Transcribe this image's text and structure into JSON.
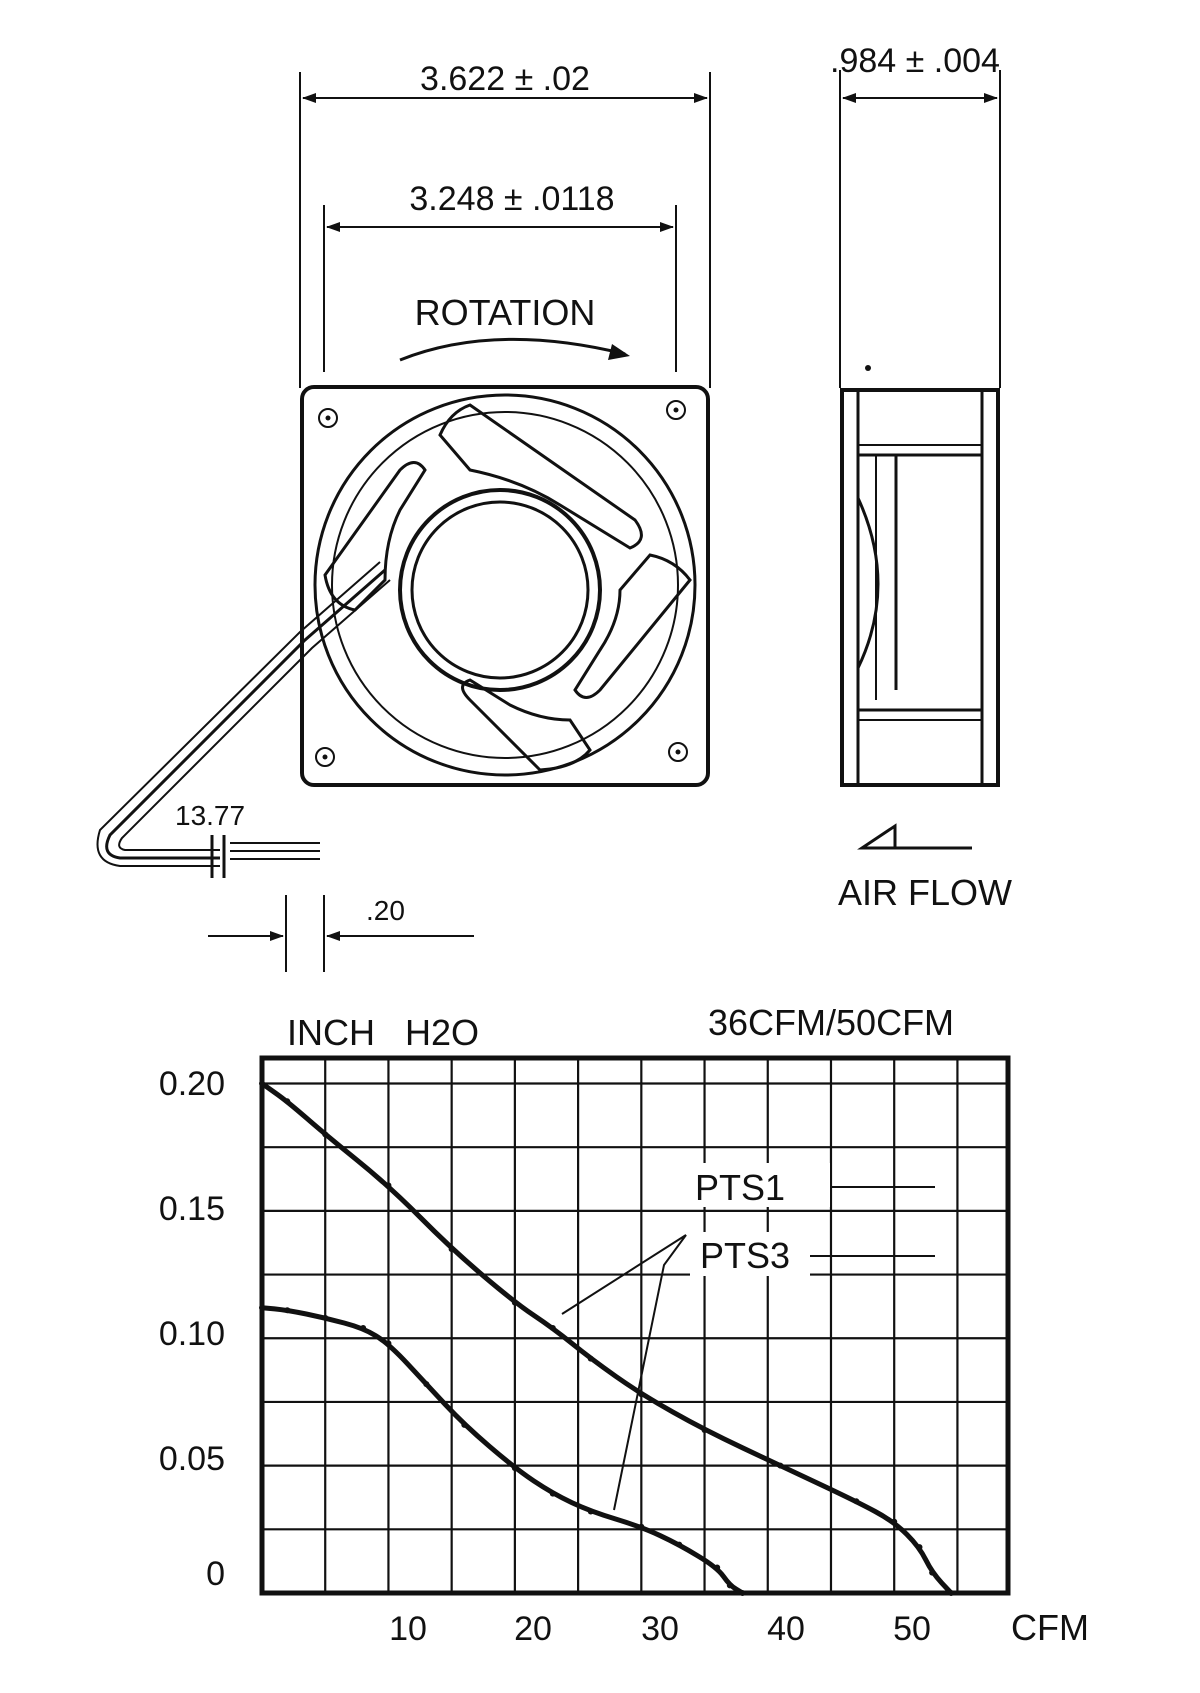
{
  "dimensions": {
    "overall_width": "3.622 ± .02",
    "hole_spacing": "3.248 ± .0118",
    "depth": ".984 ± .004",
    "lead_length": "13.77",
    "lead_gap": ".20"
  },
  "labels": {
    "rotation": "ROTATION",
    "air_flow": "AIR FLOW"
  },
  "chart_data": {
    "type": "line",
    "title": "36CFM/50CFM",
    "ylabel": "INCH   H2O",
    "xlabel": "CFM",
    "xlim": [
      0,
      59
    ],
    "ylim": [
      0,
      0.21
    ],
    "grid": true,
    "x_ticks": [
      "10",
      "20",
      "30",
      "40",
      "50"
    ],
    "y_ticks": [
      "0",
      "0.05",
      "0.10",
      "0.15",
      "0.20"
    ],
    "series": [
      {
        "name": "PTS1",
        "x": [
          0,
          2,
          5,
          10,
          15,
          20,
          23,
          26,
          30,
          35,
          41,
          47,
          50,
          52,
          53,
          54.5
        ],
        "y": [
          0.2,
          0.193,
          0.18,
          0.16,
          0.135,
          0.114,
          0.104,
          0.092,
          0.078,
          0.064,
          0.05,
          0.036,
          0.028,
          0.018,
          0.008,
          0
        ]
      },
      {
        "name": "PTS3",
        "x": [
          0,
          2,
          5,
          8,
          10,
          13,
          16,
          20,
          23,
          26,
          30,
          33,
          36,
          37,
          38
        ],
        "y": [
          0.112,
          0.111,
          0.108,
          0.104,
          0.098,
          0.082,
          0.066,
          0.049,
          0.039,
          0.032,
          0.026,
          0.019,
          0.01,
          0.003,
          0
        ]
      }
    ]
  }
}
